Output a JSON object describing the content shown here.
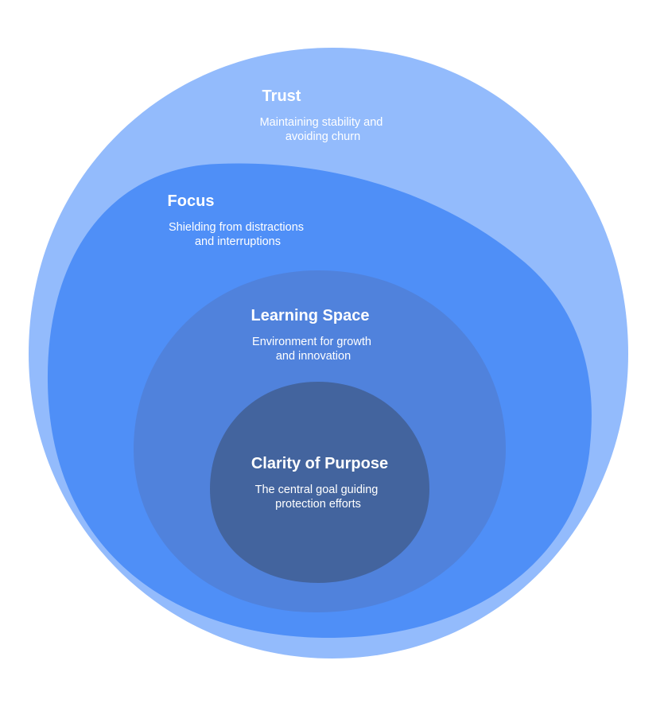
{
  "diagram": {
    "text_color": "#ffffff",
    "layers": [
      {
        "id": "trust",
        "title": "Trust",
        "description": [
          "Maintaining stability and",
          "avoiding churn"
        ],
        "fill": "#93bbfc"
      },
      {
        "id": "focus",
        "title": "Focus",
        "description": [
          "Shielding from distractions",
          "and interruptions"
        ],
        "fill": "#4f8ff7"
      },
      {
        "id": "learning-space",
        "title": "Learning Space",
        "description": [
          "Environment for growth",
          "and innovation"
        ],
        "fill": "#5082dc"
      },
      {
        "id": "clarity-of-purpose",
        "title": "Clarity of Purpose",
        "description": [
          "The central goal guiding",
          "protection efforts"
        ],
        "fill": "#43649e"
      }
    ]
  }
}
